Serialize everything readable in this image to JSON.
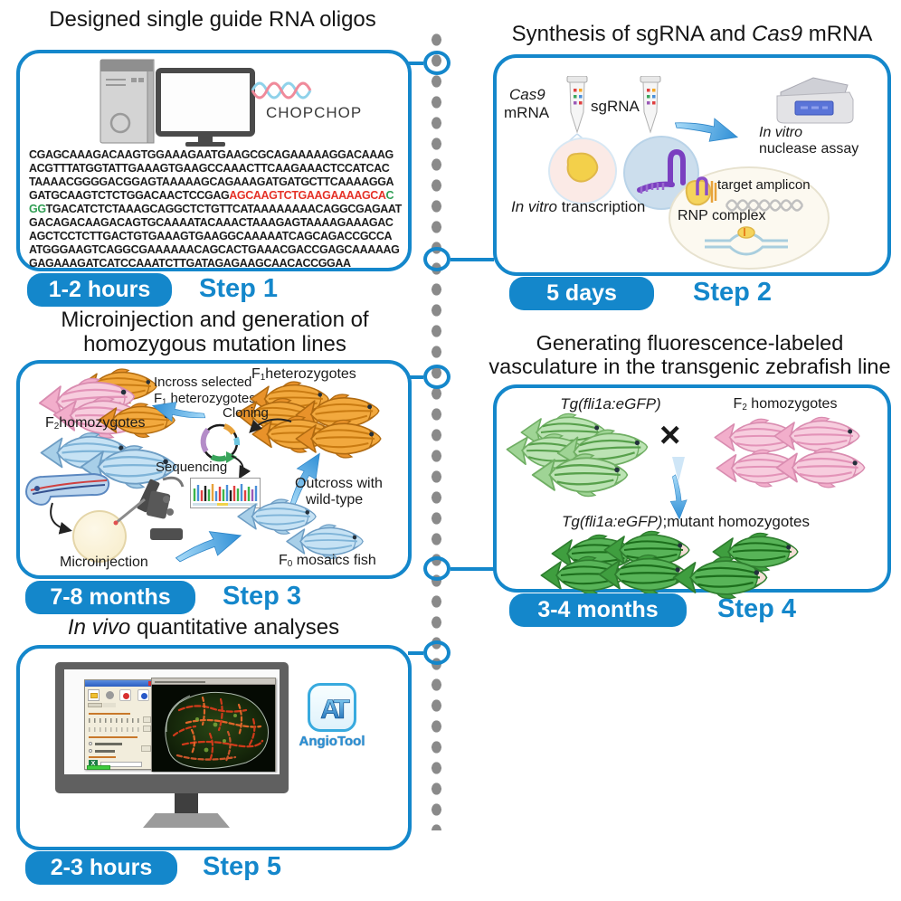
{
  "colors": {
    "accent": "#1487cb",
    "dot": "#8a8a8a",
    "seq_red": "#e53228",
    "seq_green": "#2f9e53"
  },
  "steps": {
    "step1": {
      "title": "Designed single guide RNA oligos",
      "chopchop": "CHOPCHOP",
      "duration": "1-2 hours",
      "label": "Step 1",
      "seq": [
        [
          [
            "CGAGCAAAGACAAGTGGAAAGAATGAAGCGCAGAAAAAGGACAAAG",
            "k"
          ]
        ],
        [
          [
            "ACGTTTATGGTATTGAAAGTGAAGCCAAACTTCAAGAAACTCCATCAC",
            "k"
          ]
        ],
        [
          [
            "TAAAACGGGGACGGAGTAAAAAGCAGAAAGATGATGCTTCAAAAGGA",
            "k"
          ]
        ],
        [
          [
            "GATGCAAGTCTCTGGACAACTCCGAG",
            "k"
          ],
          [
            "AGCAAGTCTGAAGAAAAGCA",
            "r"
          ],
          [
            "C",
            "g"
          ]
        ],
        [
          [
            "GG",
            "g"
          ],
          [
            "TGACATCTCTAAAGCAGGCTCTGTTCATAAAAAAAACAGGCGAGAAT",
            "k"
          ]
        ],
        [
          [
            "GACAGACAAGACAGTGCAAAATACAAACTAAAGAGTAAAAGAAAGAC",
            "k"
          ]
        ],
        [
          [
            "AGCTCCTCTTGACTGTGAAAGTGAAGGCAAAAATCAGCAGACCGCCA",
            "k"
          ]
        ],
        [
          [
            "ATGGGAAGTCAGGCGAAAAAACAGCACTGAAACGACCGAGCAAAAAG",
            "k"
          ]
        ],
        [
          [
            "GAGAAAGATCATCCAAATCTTGATAGAGAAGCAACACCGGAA",
            "k"
          ]
        ]
      ]
    },
    "step2": {
      "title": [
        [
          "Synthesis of sgRNA and ",
          "n"
        ],
        [
          "Cas9",
          "i"
        ],
        [
          " mRNA",
          "n"
        ]
      ],
      "tube1_line1": [
        [
          "Cas9",
          "i"
        ]
      ],
      "tube1_line2": "mRNA",
      "tube2_label": "sgRNA",
      "transcription": [
        [
          "In vitro",
          "i"
        ],
        [
          " transcription",
          "n"
        ]
      ],
      "nuclease_line1": [
        [
          "In vitro",
          "i"
        ]
      ],
      "nuclease_line2": "nuclease assay",
      "target_amplicon": "target amplicon",
      "rnp_complex": "RNP complex",
      "duration": "5 days",
      "label": "Step 2"
    },
    "step3": {
      "title_line1": "Microinjection and generation of",
      "title_line2": "homozygous mutation lines",
      "incross_line1": "Incross selected",
      "incross_line2": [
        [
          "F",
          "n"
        ],
        [
          "1",
          "sub"
        ],
        [
          " heterozygotes",
          "n"
        ]
      ],
      "f1_label": [
        [
          "F",
          "n"
        ],
        [
          "1",
          "sub"
        ],
        [
          "heterozygotes",
          "n"
        ]
      ],
      "f2_label": [
        [
          "F",
          "n"
        ],
        [
          "2",
          "sub"
        ],
        [
          "homozygotes",
          "n"
        ]
      ],
      "cloning": "Cloning",
      "sequencing": "Sequencing",
      "outcross_line1": "Outcross with",
      "outcross_line2": "wild-type",
      "microinjection": "Microinjection",
      "f0_label": [
        [
          "F",
          "n"
        ],
        [
          "0",
          "sub"
        ],
        [
          " mosaics fish",
          "n"
        ]
      ],
      "duration": "7-8 months",
      "label": "Step 3"
    },
    "step4": {
      "title_line1": "Generating fluorescence-labeled",
      "title_line2": "vasculature in the transgenic zebrafish line",
      "tg_label": [
        [
          "Tg(fli1a:eGFP)",
          "i"
        ]
      ],
      "cross": "×",
      "f2_label": [
        [
          "F",
          "n"
        ],
        [
          "2",
          "sub"
        ],
        [
          " homozygotes",
          "n"
        ]
      ],
      "tg_mutant": [
        [
          "Tg(fli1a:eGFP)",
          "i"
        ],
        [
          ";mutant homozygotes",
          "n"
        ]
      ],
      "duration": "3-4 months",
      "label": "Step 4"
    },
    "step5": {
      "title": [
        [
          "In vivo",
          "i"
        ],
        [
          " quantitative analyses",
          "n"
        ]
      ],
      "icon_text": "AT",
      "icon_label": "AngioTool",
      "duration": "2-3 hours",
      "label": "Step 5"
    }
  }
}
